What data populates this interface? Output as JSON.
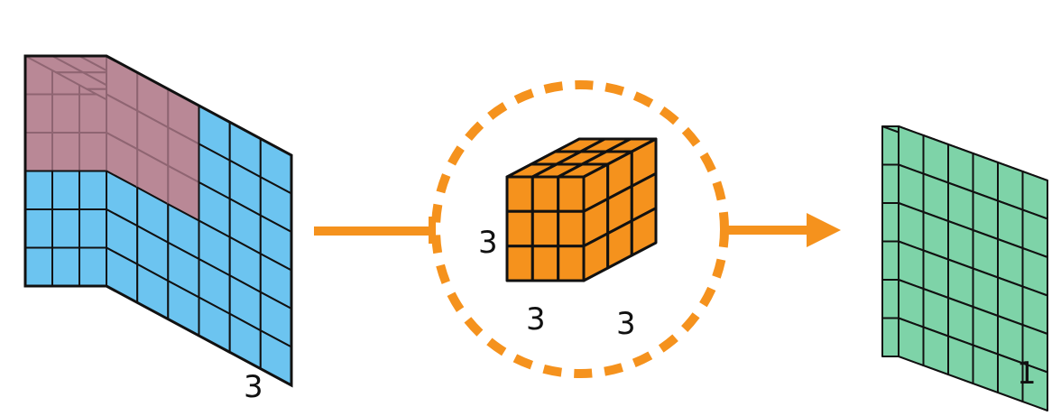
{
  "colors": {
    "input_volume": "#6cc4f0",
    "receptive_field": "#b98896",
    "receptive_field_lines": "#8f6572",
    "kernel": "#f5921d",
    "output_map": "#7ed3a8",
    "arrow": "#f5921d",
    "outline": "#111111"
  },
  "labels": {
    "input_depth": "3",
    "kernel_height": "3",
    "kernel_width": "3",
    "kernel_depth": "3",
    "output_depth": "1"
  },
  "icons": {
    "arrow_in": "arrow-line",
    "arrow_out": "arrow-head",
    "focus_ring": "dashed-circle"
  }
}
